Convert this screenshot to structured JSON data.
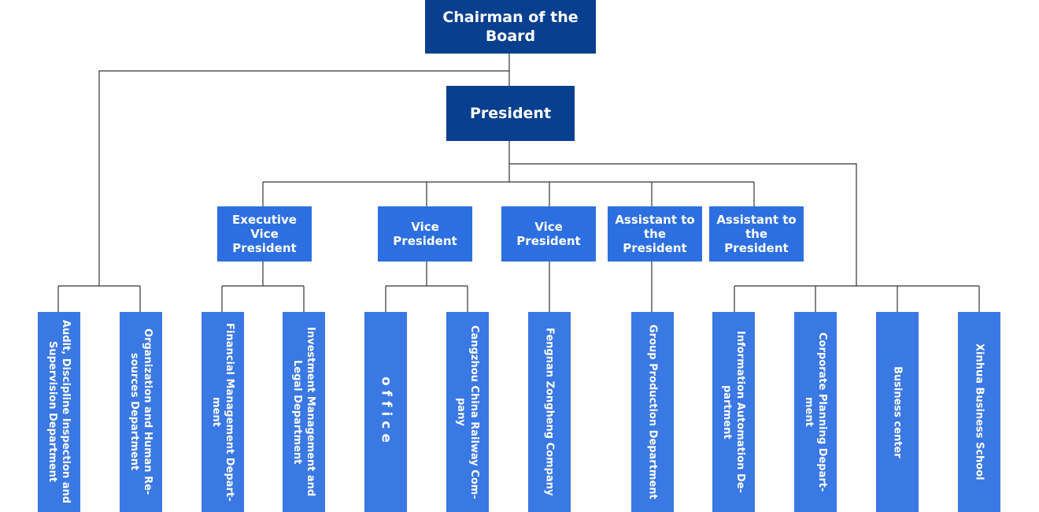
{
  "chairman": "Chairman of the\nBoard",
  "president": "President",
  "executives": [
    {
      "label": "Executive\nVice President"
    },
    {
      "label": "Vice\nPresident"
    },
    {
      "label": "Vice\nPresident"
    },
    {
      "label": "Assistant to\nthe President"
    },
    {
      "label": "Assistant to\nthe President"
    }
  ],
  "departments": [
    {
      "label": "Audit, Discipline Inspection and Supervision Department"
    },
    {
      "label": "Organization and Human Re-sources Department"
    },
    {
      "label": "Financial Management Depart-ment"
    },
    {
      "label": "Investment Management and Legal Department"
    },
    {
      "label": "office"
    },
    {
      "label": "Cangzhou China Railway Com-pany"
    },
    {
      "label": "Fengnan Zongheng Company"
    },
    {
      "label": "Group Production Department"
    },
    {
      "label": "Information Automation De-partment"
    },
    {
      "label": "Corporate Planning Depart-ment"
    },
    {
      "label": "Business center"
    },
    {
      "label": "Xinhua Business School"
    }
  ],
  "colors": {
    "top_box": "#083f8f",
    "mid_box": "#2c6fe0",
    "leaf_box": "#3a78e4",
    "connector": "#333333"
  }
}
